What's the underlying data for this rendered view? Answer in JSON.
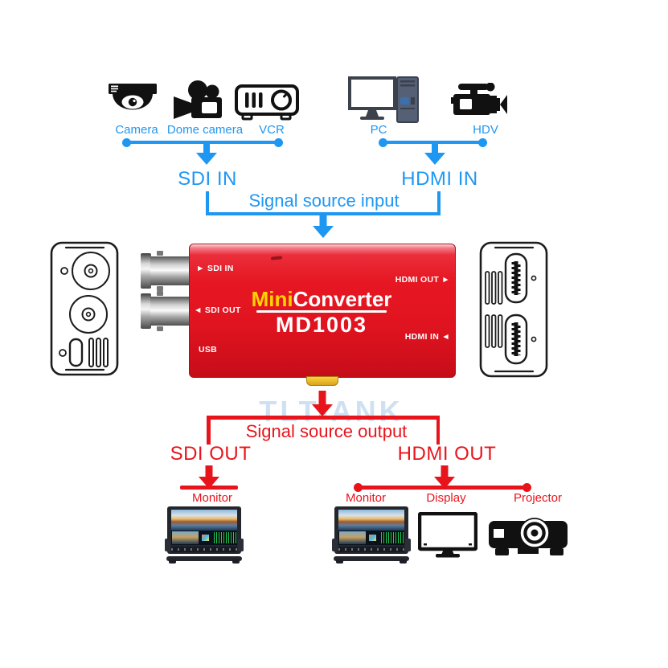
{
  "watermark": "TLT-ANK",
  "colors": {
    "blue": "#1e97f3",
    "red": "#e8141c",
    "device_red": "#e61722",
    "brand_yellow": "#ffd200",
    "watermark_blue": "#cfe0f2"
  },
  "input_section": {
    "caption": "Signal source input",
    "sdi_label": "SDI IN",
    "hdmi_label": "HDMI IN",
    "sdi_sources": [
      {
        "name": "Camera",
        "icon": "dome-security-camera-icon"
      },
      {
        "name": "Dome camera",
        "icon": "film-camera-icon"
      },
      {
        "name": "VCR",
        "icon": "vcr-icon"
      }
    ],
    "hdmi_sources": [
      {
        "name": "PC",
        "icon": "desktop-pc-icon"
      },
      {
        "name": "HDV",
        "icon": "camcorder-icon"
      }
    ]
  },
  "device": {
    "brand_mini": "Mini",
    "brand_converter": "Converter",
    "model": "MD1003",
    "port_sdi_in": "► SDI IN",
    "port_sdi_out": "◄ SDI OUT",
    "port_usb": "USB",
    "port_hdmi_out": "HDMI OUT ►",
    "port_hdmi_in": "HDMI IN ◄"
  },
  "output_section": {
    "caption": "Signal source output",
    "sdi_label": "SDI OUT",
    "hdmi_label": "HDMI OUT",
    "sdi_devices": [
      {
        "name": "Monitor",
        "icon": "broadcast-monitor-image"
      }
    ],
    "hdmi_devices": [
      {
        "name": "Monitor",
        "icon": "broadcast-monitor-image"
      },
      {
        "name": "Display",
        "icon": "display-icon"
      },
      {
        "name": "Projector",
        "icon": "projector-icon"
      }
    ]
  }
}
